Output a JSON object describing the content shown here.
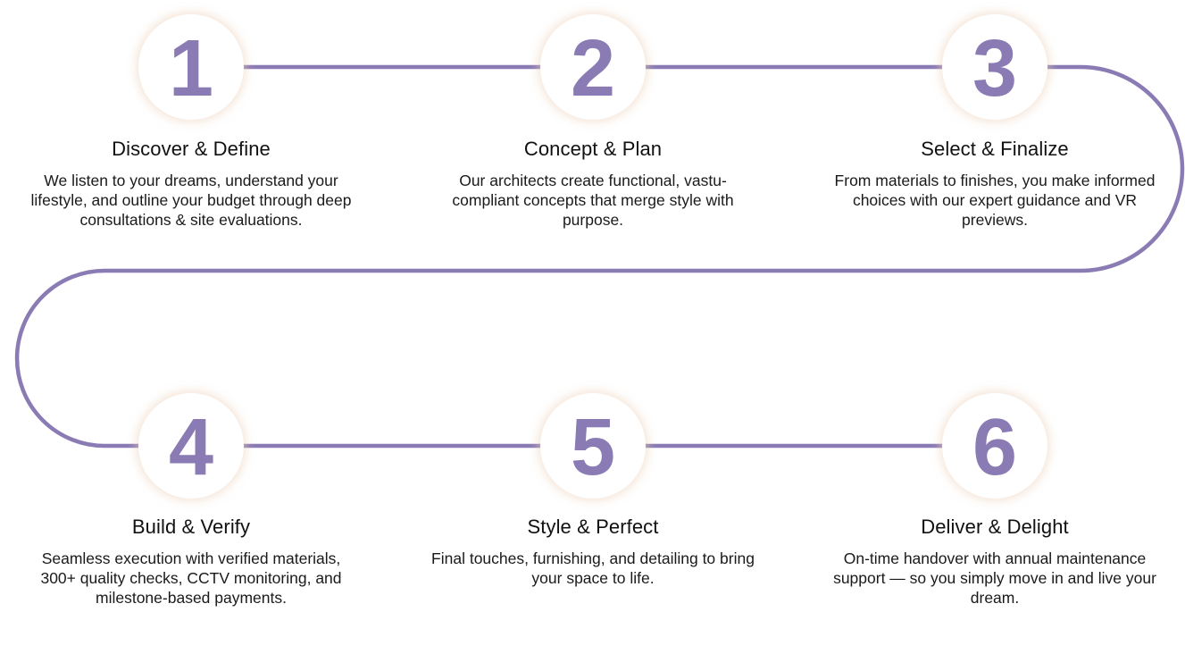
{
  "colors": {
    "accent": "#8a7bb4",
    "glow": "#ecd0b8",
    "text": "#111111"
  },
  "steps": [
    {
      "number": "1",
      "title": "Discover & Define",
      "description": "We listen to your dreams, understand your lifestyle, and outline your budget through deep consultations & site evaluations."
    },
    {
      "number": "2",
      "title": "Concept & Plan",
      "description": "Our architects create functional, vastu-compliant concepts that merge style with purpose."
    },
    {
      "number": "3",
      "title": "Select & Finalize",
      "description": "From materials to finishes, you make informed choices with our expert guidance and VR previews."
    },
    {
      "number": "4",
      "title": "Build & Verify",
      "description": "Seamless execution with verified materials, 300+ quality checks, CCTV monitoring, and milestone-based payments."
    },
    {
      "number": "5",
      "title": "Style & Perfect",
      "description": "Final touches, furnishing, and detailing to bring your space to life."
    },
    {
      "number": "6",
      "title": "Deliver & Delight",
      "description": "On-time handover with annual maintenance support — so you simply move in and live your dream."
    }
  ]
}
